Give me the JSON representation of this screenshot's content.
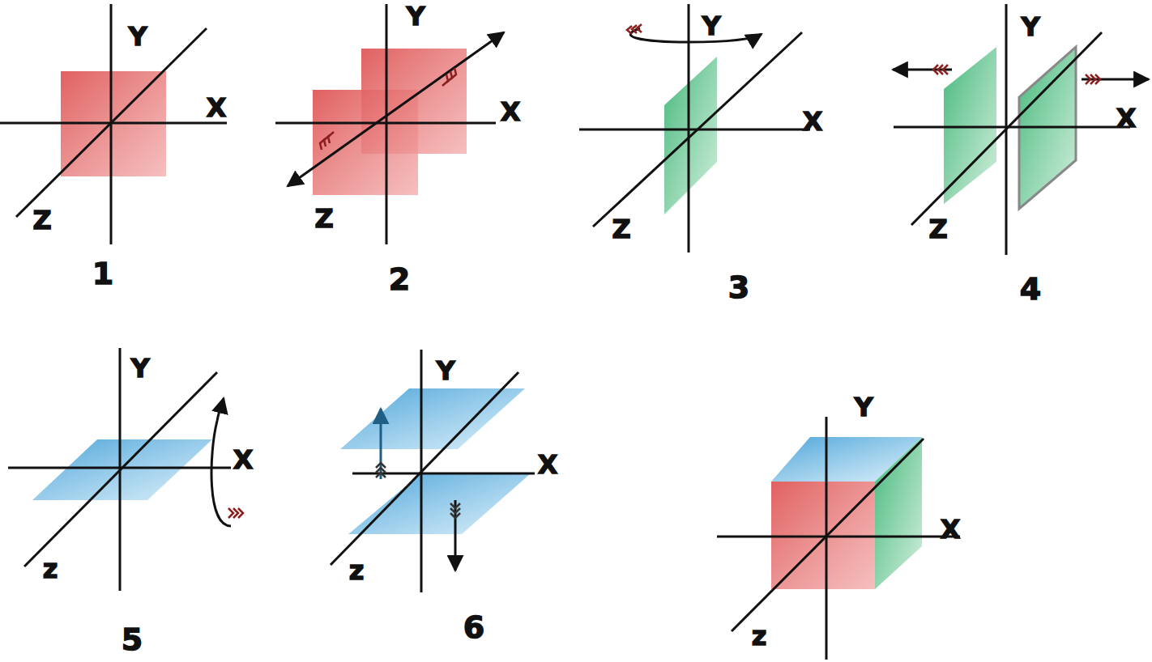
{
  "diagram": {
    "labels": [
      "Y",
      "X",
      "Z",
      "1",
      "Y",
      "X",
      "Z",
      "2",
      "Y",
      "X",
      "Z",
      "3",
      "Y",
      "X",
      "Z",
      "4",
      "Y",
      "X",
      "z",
      "5",
      "Y",
      "X",
      "z",
      "6",
      "Y",
      "X",
      "z"
    ]
  }
}
